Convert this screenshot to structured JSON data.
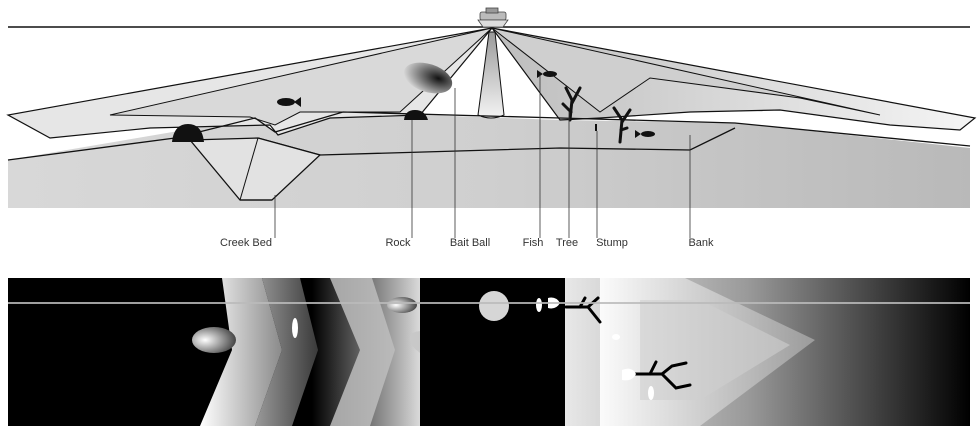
{
  "diagram": {
    "labels": {
      "creek_bed": "Creek Bed",
      "rock": "Rock",
      "bait_ball": "Bait Ball",
      "fish": "Fish",
      "tree": "Tree",
      "stump": "Stump",
      "bank": "Bank"
    }
  },
  "colors": {
    "background": "#ffffff",
    "line": "#111111",
    "water_fill": "#e9e9e9",
    "bottom_fill": "#cfcfcf",
    "sonar_panel": "#000000"
  }
}
